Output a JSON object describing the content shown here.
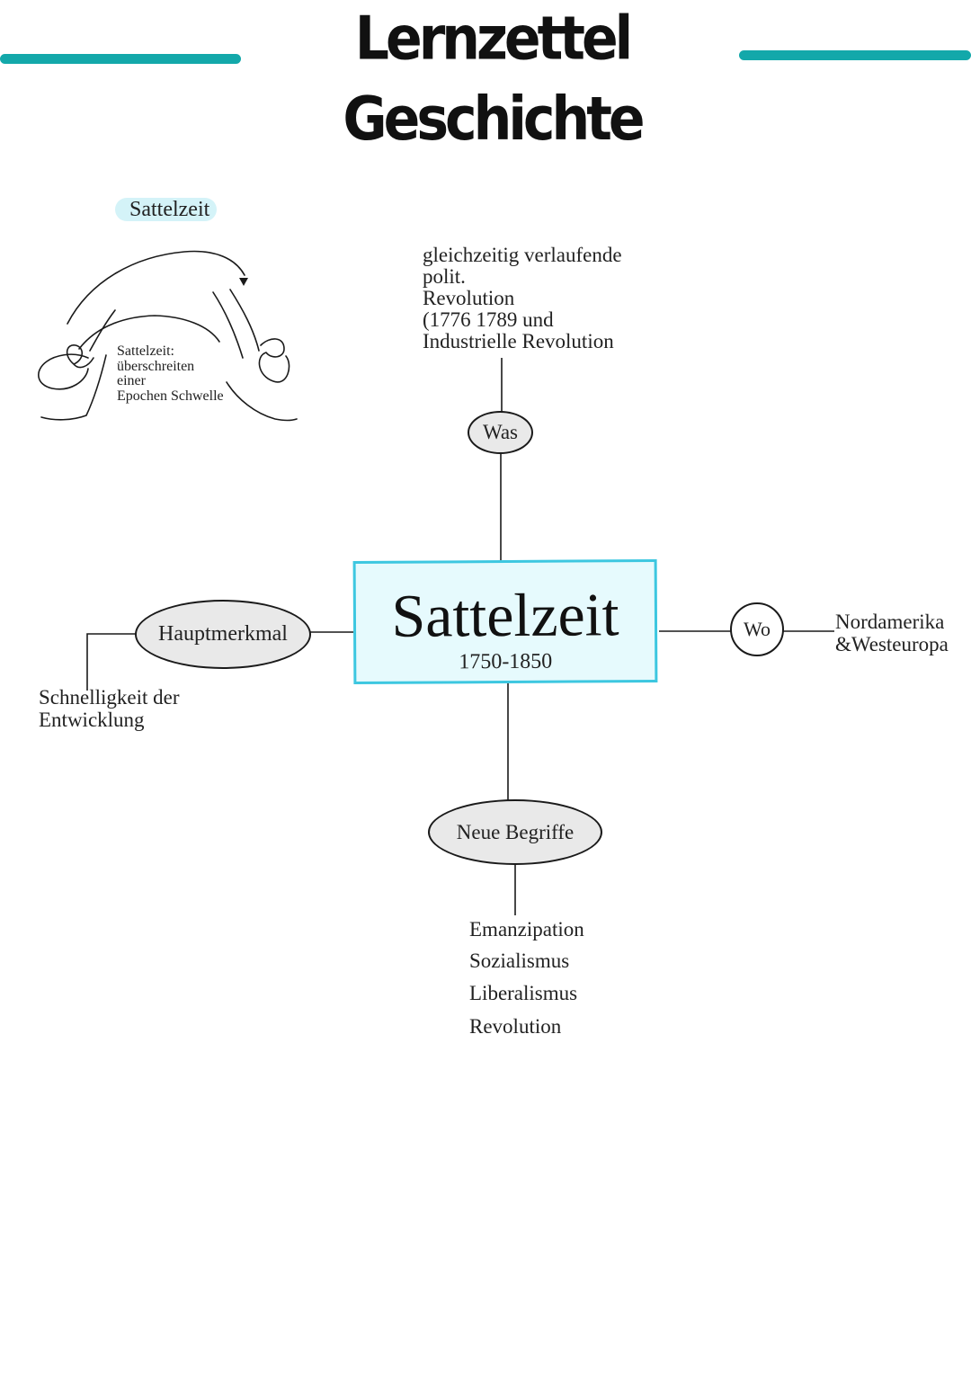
{
  "header": {
    "title": "Lernzettel Geschichte",
    "accent_color": "#13a8aa"
  },
  "sketch": {
    "label": "Sattelzeit",
    "note": "Sattelzeit:\nüberschreiten\neiner\nEpochen Schwelle",
    "highlight_color": "#d4f3f8"
  },
  "diagram": {
    "center": {
      "title": "Sattelzeit",
      "subtitle": "1750-1850",
      "border_color": "#3dc7e0",
      "fill_color": "#e6fafd"
    },
    "top": {
      "node": "Was",
      "text": "gleichzeitig verlaufende\npolit.\nRevolution\n(1776 1789 und\nIndustrielle Revolution"
    },
    "left": {
      "node": "Hauptmerkmal",
      "text": "Schnelligkeit der\nEntwicklung"
    },
    "right": {
      "node": "Wo",
      "text": "Nordamerika\n&Westeuropa"
    },
    "bottom": {
      "node": "Neue Begriffe",
      "items": [
        "Emanzipation",
        "Sozialismus",
        "Liberalismus",
        "Revolution"
      ]
    }
  }
}
